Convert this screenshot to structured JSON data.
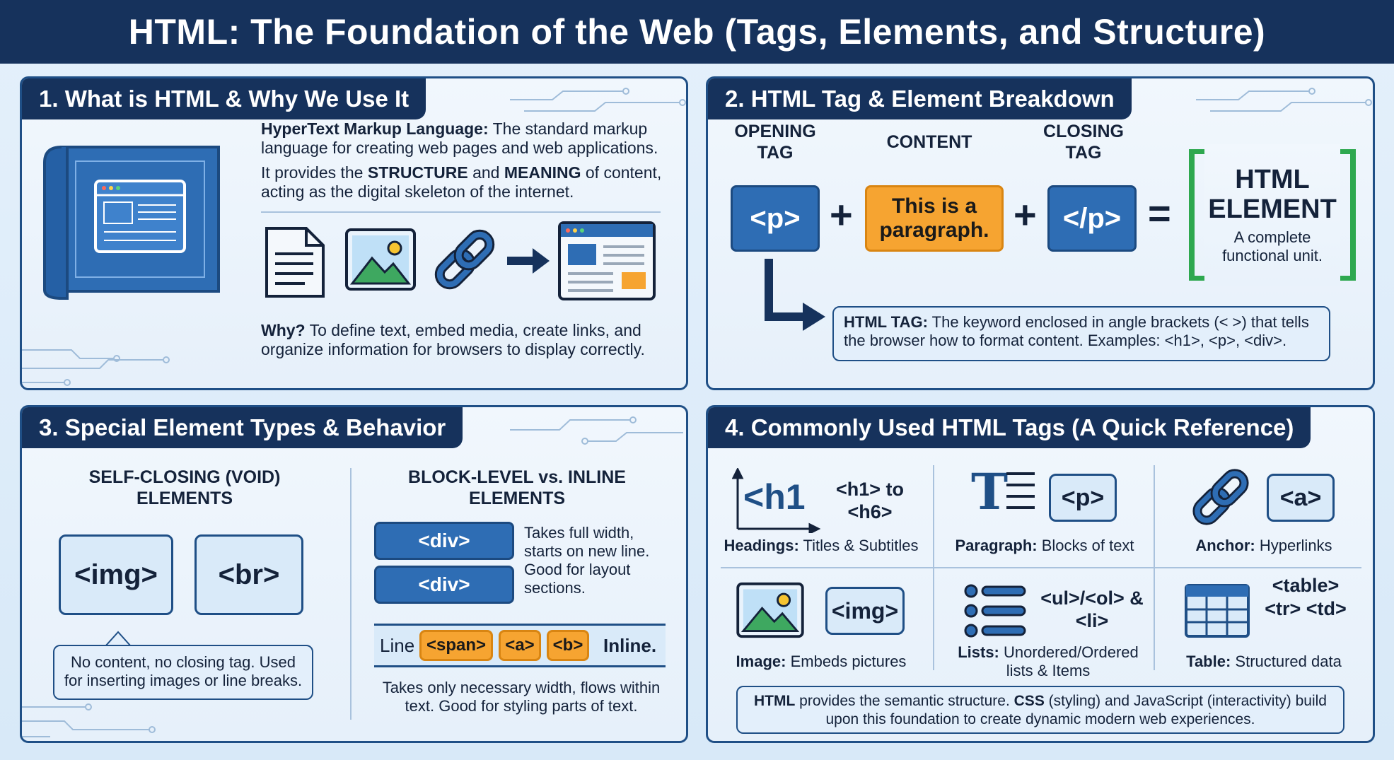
{
  "title": "HTML: The Foundation of the Web (Tags, Elements, and Structure)",
  "panel1": {
    "header": "1. What is HTML & Why We Use It",
    "def_bold": "HyperText Markup Language:",
    "def_rest": " The standard markup language for creating web pages and web applications.",
    "struct_pre": "It provides the ",
    "struct_b1": "STRUCTURE",
    "struct_mid": " and ",
    "struct_b2": "MEANING",
    "struct_post": " of content, acting as the digital skeleton of the internet.",
    "why_bold": "Why?",
    "why_rest": " To define text, embed media, create links, and organize information for browsers to display correctly."
  },
  "panel2": {
    "header": "2. HTML Tag & Element Breakdown",
    "opening_label": "OPENING TAG",
    "content_label": "CONTENT",
    "closing_label": "CLOSING TAG",
    "opening_tag": "<p>",
    "content_text": "This is a paragraph.",
    "closing_tag": "</p>",
    "plus": "+",
    "equals": "=",
    "element_title": "HTML ELEMENT",
    "element_sub": "A complete functional unit.",
    "note_bold": "HTML TAG:",
    "note_rest": " The keyword enclosed in angle brackets (< >) that tells the browser how to format content. Examples: <h1>, <p>, <div>."
  },
  "panel3": {
    "header": "3. Special Element Types & Behavior",
    "void_title": "SELF-CLOSING (VOID) ELEMENTS",
    "img_tag": "<img>",
    "br_tag": "<br>",
    "void_note": "No content, no closing tag. Used for inserting images or line breaks.",
    "block_title": "BLOCK-LEVEL vs. INLINE ELEMENTS",
    "div1": "<div>",
    "div2": "<div>",
    "block_desc": "Takes full width, starts on new line. Good for layout sections.",
    "line_label": "Line",
    "span_tag": "<span>",
    "a_tag": "<a>",
    "b_tag": "<b>",
    "inline_label": "Inline.",
    "inline_desc": "Takes only necessary width, flows within text. Good for styling parts of text."
  },
  "panel4": {
    "header": "4. Commonly Used HTML Tags (A Quick Reference)",
    "h_icon_text": "<h1",
    "h_tags": "<h1> to <h6>",
    "h_bold": "Headings:",
    "h_rest": " Titles & Subtitles",
    "p_icon_text": "T",
    "p_tag": "<p>",
    "p_bold": "Paragraph:",
    "p_rest": " Blocks of text",
    "a_tag": "<a>",
    "a_bold": "Anchor:",
    "a_rest": " Hyperlinks",
    "img_tag": "<img>",
    "img_bold": "Image:",
    "img_rest": " Embeds pictures",
    "list_tags": "<ul>/<ol> & <li>",
    "list_bold": "Lists:",
    "list_rest": " Unordered/Ordered lists & Items",
    "table_tags": "<table> <tr> <td>",
    "table_bold": "Table:",
    "table_rest": " Structured data",
    "footer_b1": "HTML",
    "footer_t1": " provides the semantic structure. ",
    "footer_b2": "CSS",
    "footer_t2": " (styling) and JavaScript (interactivity) build upon this foundation to create dynamic modern web experiences."
  },
  "colors": {
    "navy": "#16325c",
    "blue": "#2e6db4",
    "orange": "#f6a431",
    "green": "#2ea84f"
  }
}
